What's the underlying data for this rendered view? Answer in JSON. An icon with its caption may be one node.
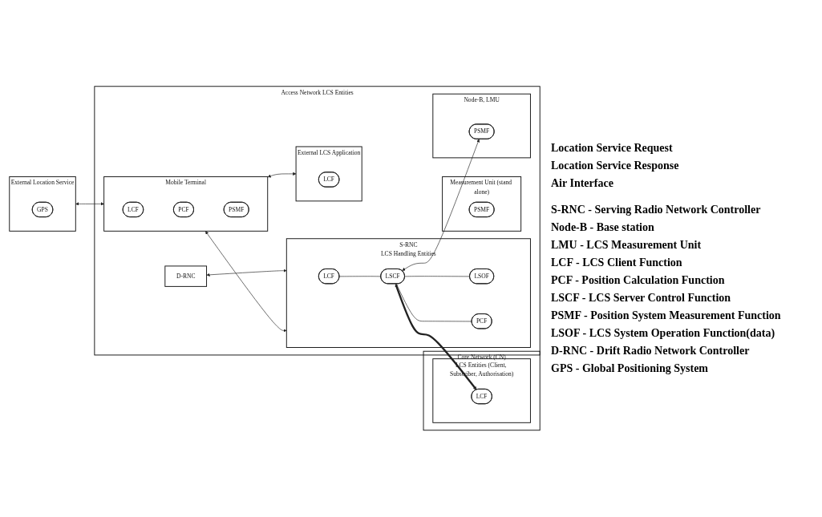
{
  "diagram": {
    "nodes": [
      {
        "text": [
          "Access Network LCS Entities"
        ]
      },
      {
        "text": [
          "Measurement Unit (stand alone)"
        ],
        "in": 0
      },
      {
        "text": [
          "PSMF"
        ],
        "in": 1
      },
      {
        "text": [
          "D-RNC"
        ],
        "in": 0
      },
      {
        "text": [
          "External Location Service"
        ]
      },
      {
        "text": [
          "GPS"
        ],
        "in": 4
      },
      {
        "text": [
          "Mobile Terminal"
        ],
        "in": 0
      },
      {
        "text": [
          "LCF"
        ],
        "in": 6
      },
      {
        "text": [
          "PCF"
        ],
        "in": 6
      },
      {
        "text": [
          "PSMF"
        ],
        "in": 6
      },
      {
        "text": [
          "S-RNC",
          "LCS Handling Entities"
        ],
        "in": 0
      },
      {
        "text": [
          "LCF"
        ],
        "in": 10
      },
      {
        "text": [
          "LSCF"
        ],
        "in": 10
      },
      {
        "text": [
          "LSOF"
        ],
        "in": 10
      },
      {
        "text": [
          "PCF"
        ],
        "in": 10
      },
      {
        "text": [
          "Core Network (CN)"
        ]
      },
      {
        "text": [
          "LCS Entities (Client, Subscriber, Authorisation)"
        ],
        "in": 15
      },
      {
        "text": [
          "LCF"
        ],
        "in": 16
      },
      {
        "text": [
          "External LCS Application"
        ],
        "in": 0
      },
      {
        "text": [
          "LCF"
        ],
        "in": 18
      },
      {
        "text": [
          "Node-B, LMU"
        ],
        "in": 0
      },
      {
        "text": [
          "PSMF"
        ],
        "in": 20
      }
    ],
    "edges": [
      {
        "from": 3,
        "to": 10,
        "arrow": "both"
      },
      {
        "from": 4,
        "to": 6,
        "arrow": "both"
      },
      {
        "from": 6,
        "to": 10,
        "arrow": "both"
      },
      {
        "from": 11,
        "to": 12,
        "arrow": "none"
      },
      {
        "from": 12,
        "to": 17,
        "arrow": "both",
        "style": "thick"
      },
      {
        "from": 12,
        "to": 13,
        "arrow": "none"
      },
      {
        "from": 12,
        "to": 14,
        "arrow": "none"
      },
      {
        "from": 12,
        "to": 21,
        "arrow": "both"
      },
      {
        "from": 6,
        "to": 18,
        "arrow": "both"
      }
    ],
    "labels": [
      "Location Service Request",
      "Location Service Response",
      "Air Interface",
      "S-RNC - Serving Radio Network Controller",
      "Node-B - Base station",
      "LMU - LCS Measurement Unit",
      "LCF - LCS Client Function",
      "PCF - Position Calculation Function",
      "LSCF - LCS Server Control Function",
      "PSMF - Position System Measurement Function",
      "LSOF - LCS System Operation Function(data)",
      "D-RNC - Drift Radio Network Controller",
      "GPS - Global Positioning System"
    ]
  }
}
